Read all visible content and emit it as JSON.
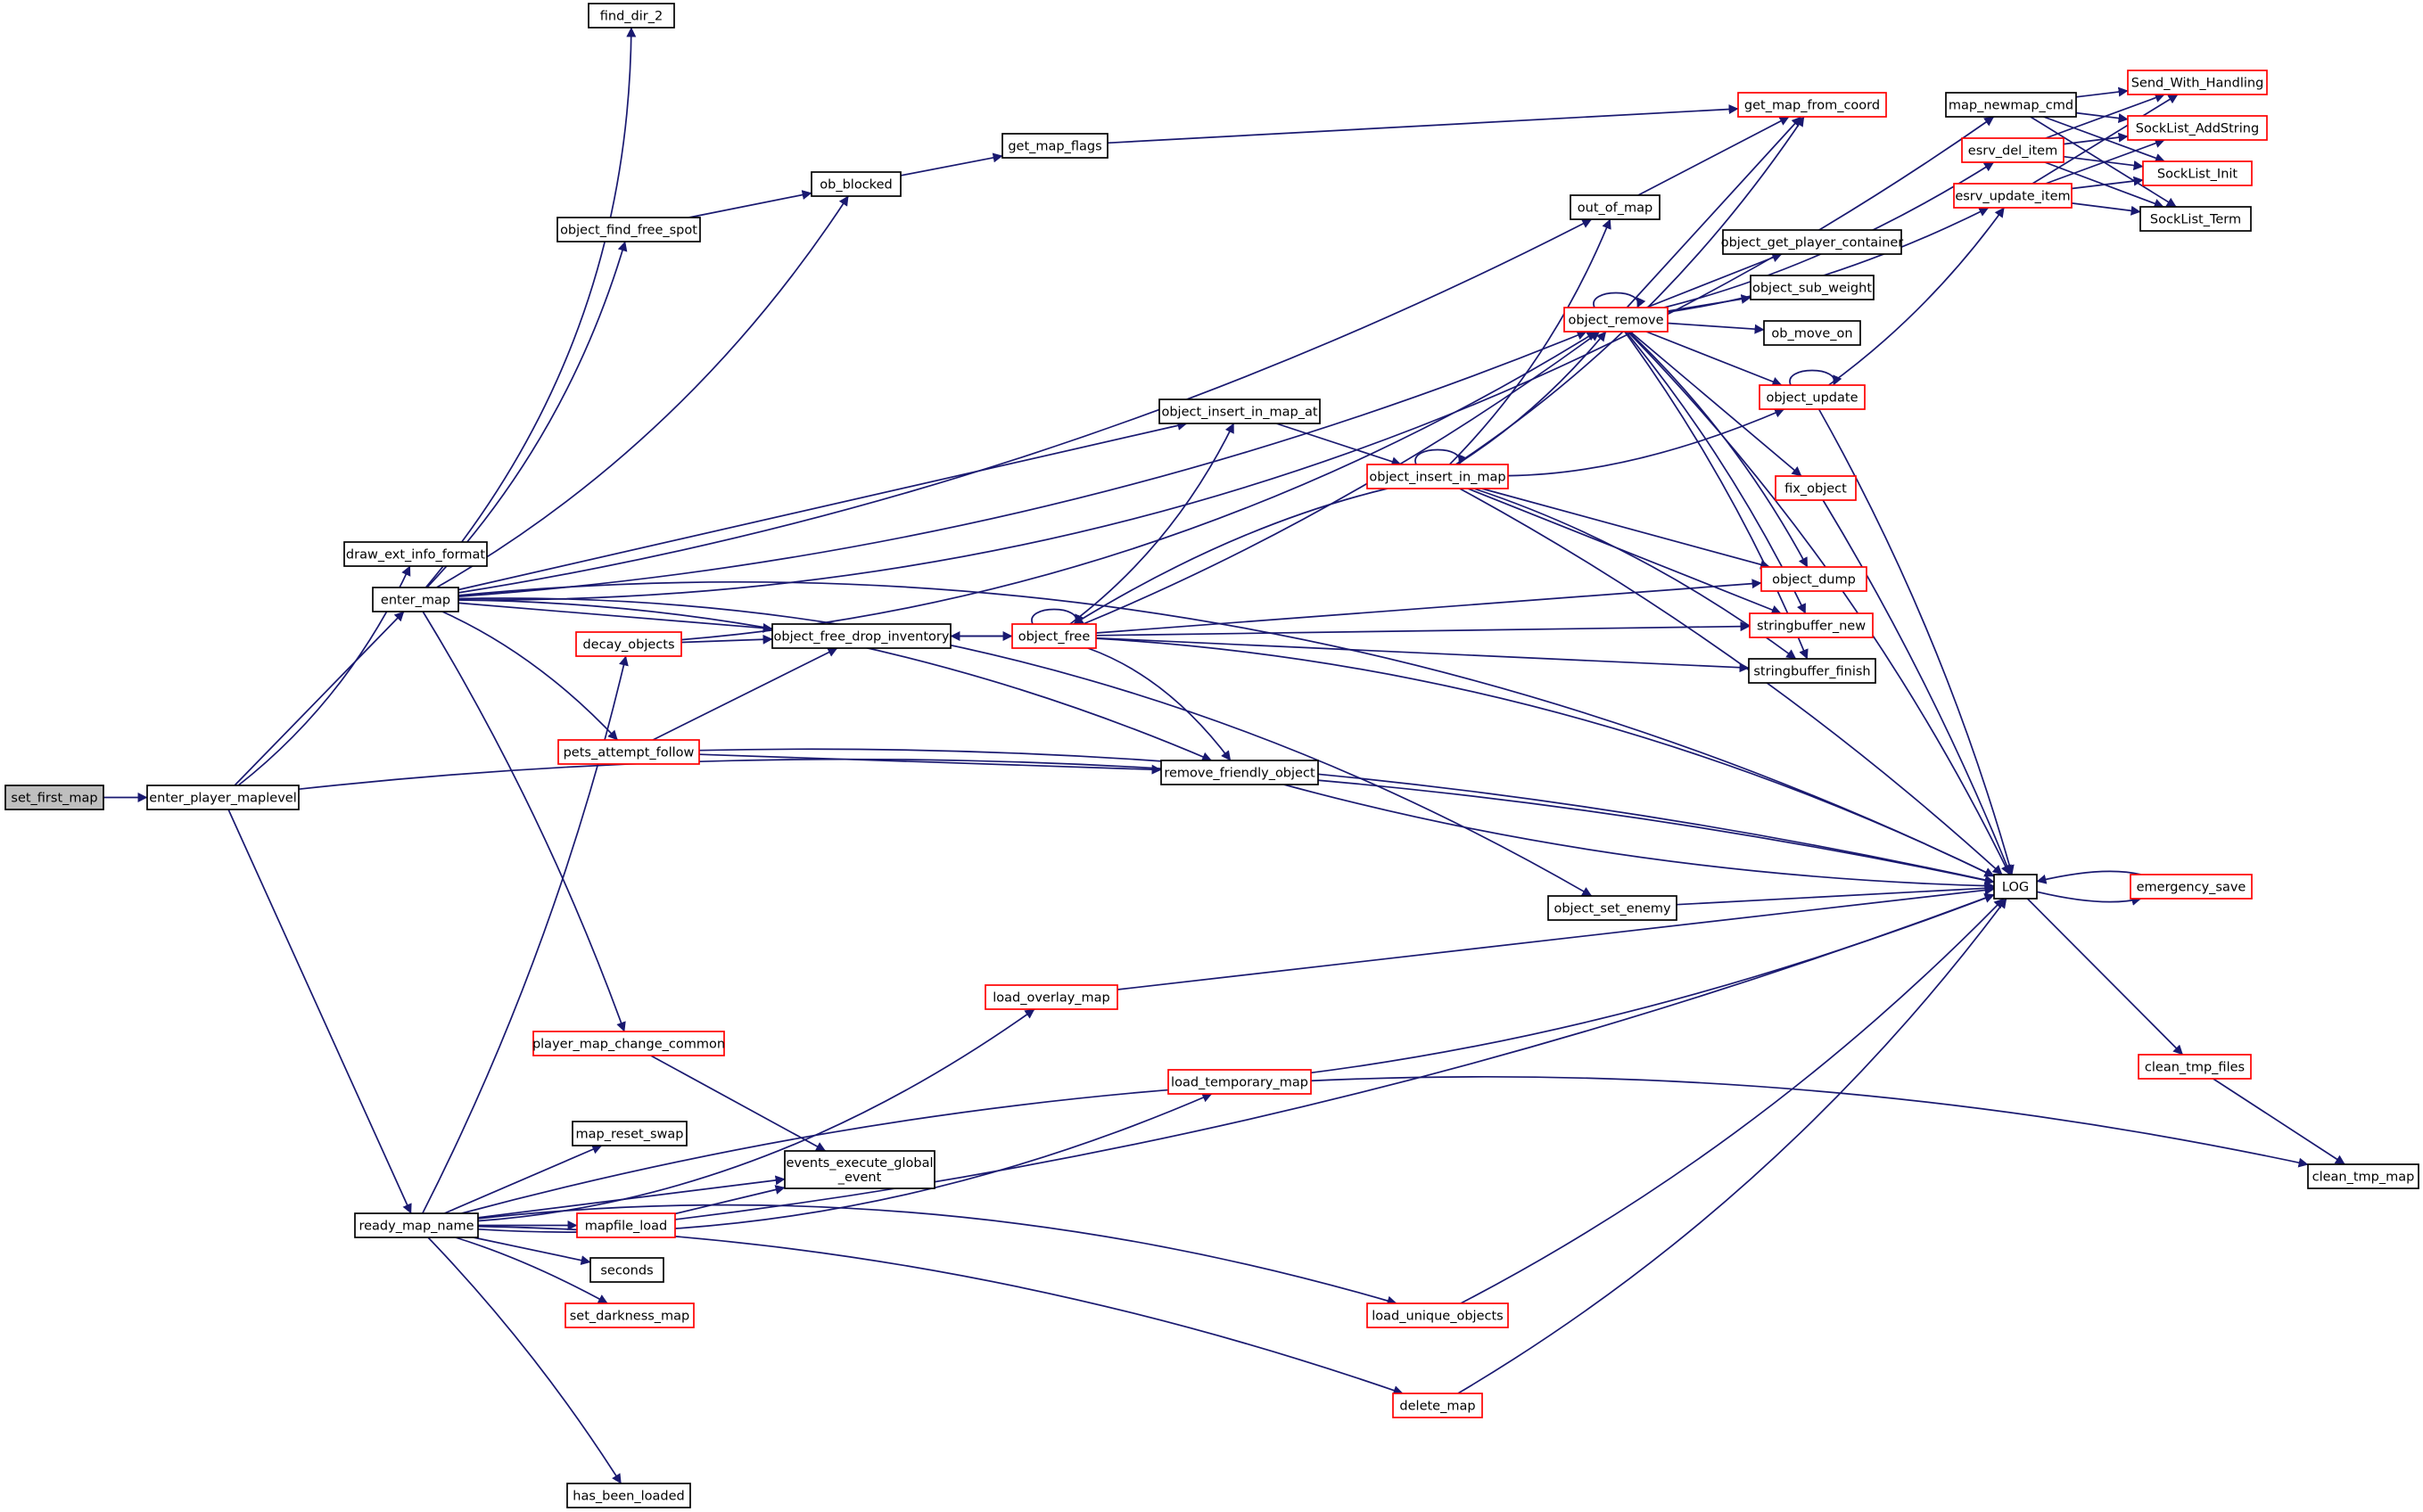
{
  "graph": {
    "title": "",
    "colors": {
      "edge": "#191970",
      "node_border": "#000000",
      "truncated_node_border": "#ff0000",
      "root_fill": "#bfbfbf",
      "background": "#ffffff"
    },
    "root": "set_first_map",
    "nodes": [
      {
        "id": "set_first_map",
        "lines": [
          "set_first_map"
        ],
        "style": "root"
      },
      {
        "id": "enter_player_maplevel",
        "lines": [
          "enter_player_maplevel"
        ],
        "style": "normal"
      },
      {
        "id": "draw_ext_info_format",
        "lines": [
          "draw_ext_info_format"
        ],
        "style": "normal"
      },
      {
        "id": "enter_map",
        "lines": [
          "enter_map"
        ],
        "style": "normal"
      },
      {
        "id": "ready_map_name",
        "lines": [
          "ready_map_name"
        ],
        "style": "normal"
      },
      {
        "id": "find_dir_2",
        "lines": [
          "find_dir_2"
        ],
        "style": "normal"
      },
      {
        "id": "object_find_free_spot",
        "lines": [
          "object_find_free_spot"
        ],
        "style": "normal"
      },
      {
        "id": "ob_blocked",
        "lines": [
          "ob_blocked"
        ],
        "style": "normal"
      },
      {
        "id": "get_map_flags",
        "lines": [
          "get_map_flags"
        ],
        "style": "normal"
      },
      {
        "id": "get_map_from_coord",
        "lines": [
          "get_map_from_coord"
        ],
        "style": "truncated"
      },
      {
        "id": "map_newmap_cmd",
        "lines": [
          "map_newmap_cmd"
        ],
        "style": "normal"
      },
      {
        "id": "Send_With_Handling",
        "lines": [
          "Send_With_Handling"
        ],
        "style": "truncated"
      },
      {
        "id": "SockList_AddString",
        "lines": [
          "SockList_AddString"
        ],
        "style": "truncated"
      },
      {
        "id": "SockList_Init",
        "lines": [
          "SockList_Init"
        ],
        "style": "truncated"
      },
      {
        "id": "SockList_Term",
        "lines": [
          "SockList_Term"
        ],
        "style": "normal"
      },
      {
        "id": "esrv_del_item",
        "lines": [
          "esrv_del_item"
        ],
        "style": "truncated"
      },
      {
        "id": "esrv_update_item",
        "lines": [
          "esrv_update_item"
        ],
        "style": "truncated"
      },
      {
        "id": "out_of_map",
        "lines": [
          "out_of_map"
        ],
        "style": "normal"
      },
      {
        "id": "object_get_player_container",
        "lines": [
          "object_get_player_container"
        ],
        "style": "normal"
      },
      {
        "id": "object_sub_weight",
        "lines": [
          "object_sub_weight"
        ],
        "style": "normal"
      },
      {
        "id": "object_remove",
        "lines": [
          "object_remove"
        ],
        "style": "truncated"
      },
      {
        "id": "ob_move_on",
        "lines": [
          "ob_move_on"
        ],
        "style": "normal"
      },
      {
        "id": "object_update",
        "lines": [
          "object_update"
        ],
        "style": "truncated"
      },
      {
        "id": "object_insert_in_map_at",
        "lines": [
          "object_insert_in_map_at"
        ],
        "style": "normal"
      },
      {
        "id": "object_insert_in_map",
        "lines": [
          "object_insert_in_map"
        ],
        "style": "truncated"
      },
      {
        "id": "fix_object",
        "lines": [
          "fix_object"
        ],
        "style": "truncated"
      },
      {
        "id": "object_dump",
        "lines": [
          "object_dump"
        ],
        "style": "truncated"
      },
      {
        "id": "decay_objects",
        "lines": [
          "decay_objects"
        ],
        "style": "truncated"
      },
      {
        "id": "object_free_drop_inventory",
        "lines": [
          "object_free_drop_inventory"
        ],
        "style": "normal"
      },
      {
        "id": "object_free",
        "lines": [
          "object_free"
        ],
        "style": "truncated"
      },
      {
        "id": "stringbuffer_new",
        "lines": [
          "stringbuffer_new"
        ],
        "style": "truncated"
      },
      {
        "id": "stringbuffer_finish",
        "lines": [
          "stringbuffer_finish"
        ],
        "style": "normal"
      },
      {
        "id": "pets_attempt_follow",
        "lines": [
          "pets_attempt_follow"
        ],
        "style": "truncated"
      },
      {
        "id": "remove_friendly_object",
        "lines": [
          "remove_friendly_object"
        ],
        "style": "normal"
      },
      {
        "id": "LOG",
        "lines": [
          "LOG"
        ],
        "style": "normal"
      },
      {
        "id": "emergency_save",
        "lines": [
          "emergency_save"
        ],
        "style": "truncated"
      },
      {
        "id": "object_set_enemy",
        "lines": [
          "object_set_enemy"
        ],
        "style": "normal"
      },
      {
        "id": "load_overlay_map",
        "lines": [
          "load_overlay_map"
        ],
        "style": "truncated"
      },
      {
        "id": "player_map_change_common",
        "lines": [
          "player_map_change_common"
        ],
        "style": "truncated"
      },
      {
        "id": "load_temporary_map",
        "lines": [
          "load_temporary_map"
        ],
        "style": "truncated"
      },
      {
        "id": "clean_tmp_files",
        "lines": [
          "clean_tmp_files"
        ],
        "style": "truncated"
      },
      {
        "id": "map_reset_swap",
        "lines": [
          "map_reset_swap"
        ],
        "style": "normal"
      },
      {
        "id": "events_execute_global_event",
        "lines": [
          "events_execute_global",
          "_event"
        ],
        "style": "normal"
      },
      {
        "id": "clean_tmp_map",
        "lines": [
          "clean_tmp_map"
        ],
        "style": "normal"
      },
      {
        "id": "mapfile_load",
        "lines": [
          "mapfile_load"
        ],
        "style": "truncated"
      },
      {
        "id": "seconds",
        "lines": [
          "seconds"
        ],
        "style": "normal"
      },
      {
        "id": "set_darkness_map",
        "lines": [
          "set_darkness_map"
        ],
        "style": "truncated"
      },
      {
        "id": "load_unique_objects",
        "lines": [
          "load_unique_objects"
        ],
        "style": "truncated"
      },
      {
        "id": "delete_map",
        "lines": [
          "delete_map"
        ],
        "style": "truncated"
      },
      {
        "id": "has_been_loaded",
        "lines": [
          "has_been_loaded"
        ],
        "style": "normal"
      }
    ],
    "edges": [
      [
        "set_first_map",
        "enter_player_maplevel"
      ],
      [
        "enter_player_maplevel",
        "draw_ext_info_format"
      ],
      [
        "enter_player_maplevel",
        "enter_map"
      ],
      [
        "enter_player_maplevel",
        "LOG"
      ],
      [
        "enter_player_maplevel",
        "ready_map_name"
      ],
      [
        "enter_map",
        "find_dir_2"
      ],
      [
        "enter_map",
        "map_newmap_cmd"
      ],
      [
        "enter_map",
        "ob_blocked"
      ],
      [
        "enter_map",
        "object_find_free_spot"
      ],
      [
        "enter_map",
        "out_of_map"
      ],
      [
        "enter_map",
        "object_remove"
      ],
      [
        "enter_map",
        "object_insert_in_map_at"
      ],
      [
        "enter_map",
        "object_free_drop_inventory"
      ],
      [
        "enter_map",
        "pets_attempt_follow"
      ],
      [
        "enter_map",
        "remove_friendly_object"
      ],
      [
        "enter_map",
        "LOG"
      ],
      [
        "enter_map",
        "object_set_enemy"
      ],
      [
        "enter_map",
        "player_map_change_common"
      ],
      [
        "object_find_free_spot",
        "ob_blocked"
      ],
      [
        "ob_blocked",
        "get_map_flags"
      ],
      [
        "get_map_flags",
        "get_map_from_coord"
      ],
      [
        "map_newmap_cmd",
        "Send_With_Handling"
      ],
      [
        "map_newmap_cmd",
        "SockList_AddString"
      ],
      [
        "map_newmap_cmd",
        "SockList_Init"
      ],
      [
        "map_newmap_cmd",
        "SockList_Term"
      ],
      [
        "esrv_del_item",
        "Send_With_Handling"
      ],
      [
        "esrv_del_item",
        "SockList_AddString"
      ],
      [
        "esrv_del_item",
        "SockList_Init"
      ],
      [
        "esrv_del_item",
        "SockList_Term"
      ],
      [
        "esrv_update_item",
        "Send_With_Handling"
      ],
      [
        "esrv_update_item",
        "SockList_AddString"
      ],
      [
        "esrv_update_item",
        "SockList_Init"
      ],
      [
        "esrv_update_item",
        "SockList_Term"
      ],
      [
        "out_of_map",
        "get_map_from_coord"
      ],
      [
        "object_remove",
        "get_map_from_coord"
      ],
      [
        "object_remove",
        "esrv_del_item"
      ],
      [
        "object_remove",
        "esrv_update_item"
      ],
      [
        "object_remove",
        "object_get_player_container"
      ],
      [
        "object_remove",
        "object_sub_weight"
      ],
      [
        "object_remove",
        "ob_move_on"
      ],
      [
        "object_remove",
        "object_remove"
      ],
      [
        "object_remove",
        "object_update"
      ],
      [
        "object_remove",
        "fix_object"
      ],
      [
        "object_remove",
        "object_dump"
      ],
      [
        "object_remove",
        "stringbuffer_new"
      ],
      [
        "object_remove",
        "stringbuffer_finish"
      ],
      [
        "object_remove",
        "LOG"
      ],
      [
        "object_update",
        "object_update"
      ],
      [
        "object_update",
        "esrv_update_item"
      ],
      [
        "object_update",
        "LOG"
      ],
      [
        "fix_object",
        "LOG"
      ],
      [
        "object_insert_in_map_at",
        "object_insert_in_map"
      ],
      [
        "object_insert_in_map",
        "get_map_from_coord"
      ],
      [
        "object_insert_in_map",
        "out_of_map"
      ],
      [
        "object_insert_in_map",
        "object_remove"
      ],
      [
        "object_insert_in_map",
        "object_insert_in_map"
      ],
      [
        "object_insert_in_map",
        "object_update"
      ],
      [
        "object_insert_in_map",
        "object_dump"
      ],
      [
        "object_insert_in_map",
        "stringbuffer_new"
      ],
      [
        "object_insert_in_map",
        "stringbuffer_finish"
      ],
      [
        "object_insert_in_map",
        "LOG"
      ],
      [
        "object_insert_in_map",
        "object_free"
      ],
      [
        "decay_objects",
        "object_remove"
      ],
      [
        "decay_objects",
        "object_free_drop_inventory"
      ],
      [
        "object_free_drop_inventory",
        "object_free"
      ],
      [
        "object_free",
        "object_free_drop_inventory"
      ],
      [
        "object_free",
        "object_free"
      ],
      [
        "object_free",
        "object_insert_in_map_at"
      ],
      [
        "object_free",
        "object_remove"
      ],
      [
        "object_free",
        "object_dump"
      ],
      [
        "object_free",
        "stringbuffer_new"
      ],
      [
        "object_free",
        "stringbuffer_finish"
      ],
      [
        "object_free",
        "remove_friendly_object"
      ],
      [
        "object_free",
        "LOG"
      ],
      [
        "pets_attempt_follow",
        "object_free_drop_inventory"
      ],
      [
        "pets_attempt_follow",
        "remove_friendly_object"
      ],
      [
        "pets_attempt_follow",
        "LOG"
      ],
      [
        "remove_friendly_object",
        "LOG"
      ],
      [
        "object_set_enemy",
        "LOG"
      ],
      [
        "emergency_save",
        "LOG"
      ],
      [
        "LOG",
        "emergency_save"
      ],
      [
        "LOG",
        "clean_tmp_files"
      ],
      [
        "clean_tmp_files",
        "clean_tmp_map"
      ],
      [
        "player_map_change_common",
        "events_execute_global_event"
      ],
      [
        "ready_map_name",
        "decay_objects"
      ],
      [
        "ready_map_name",
        "load_overlay_map"
      ],
      [
        "ready_map_name",
        "load_temporary_map"
      ],
      [
        "ready_map_name",
        "map_reset_swap"
      ],
      [
        "ready_map_name",
        "events_execute_global_event"
      ],
      [
        "ready_map_name",
        "mapfile_load"
      ],
      [
        "ready_map_name",
        "seconds"
      ],
      [
        "ready_map_name",
        "set_darkness_map"
      ],
      [
        "ready_map_name",
        "load_unique_objects"
      ],
      [
        "ready_map_name",
        "delete_map"
      ],
      [
        "ready_map_name",
        "clean_tmp_map"
      ],
      [
        "ready_map_name",
        "has_been_loaded"
      ],
      [
        "load_overlay_map",
        "LOG"
      ],
      [
        "load_temporary_map",
        "LOG"
      ],
      [
        "mapfile_load",
        "events_execute_global_event"
      ],
      [
        "mapfile_load",
        "LOG"
      ],
      [
        "load_unique_objects",
        "LOG"
      ],
      [
        "delete_map",
        "LOG"
      ]
    ]
  }
}
